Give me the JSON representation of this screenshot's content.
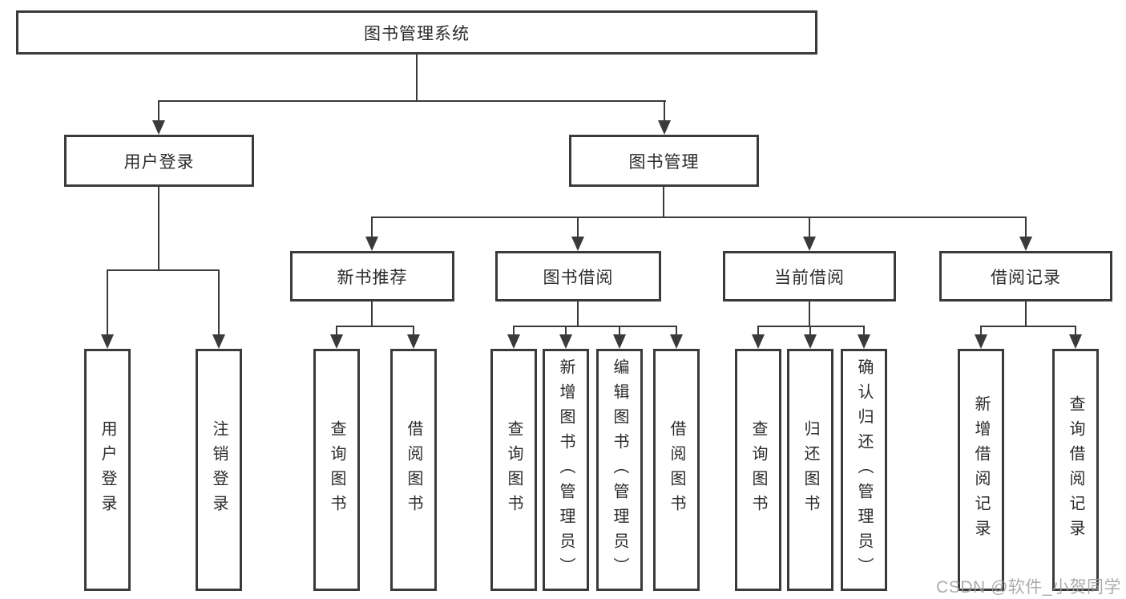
{
  "diagram": {
    "root": "图书管理系统",
    "user_login": {
      "label": "用户登录",
      "children": [
        "用户登录",
        "注销登录"
      ]
    },
    "book_management": {
      "label": "图书管理",
      "sections": {
        "new_book": {
          "label": "新书推荐",
          "children": [
            "查询图书",
            "借阅图书"
          ]
        },
        "book_borrow": {
          "label": "图书借阅",
          "children": [
            "查询图书",
            "新增图书（管理员）",
            "编辑图书（管理员）",
            "借阅图书"
          ]
        },
        "current_borrow": {
          "label": "当前借阅",
          "children": [
            "查询图书",
            "归还图书",
            "确认归还（管理员）"
          ]
        },
        "borrow_record": {
          "label": "借阅记录",
          "children": [
            "新增借阅记录",
            "查询借阅记录"
          ]
        }
      }
    }
  },
  "watermark": "CSDN @软件_小贺同学",
  "colors": {
    "line": "#3a3a3a",
    "box_background": "#ffffff",
    "text": "#2b2b2b",
    "watermark": "#9e9e9e"
  }
}
